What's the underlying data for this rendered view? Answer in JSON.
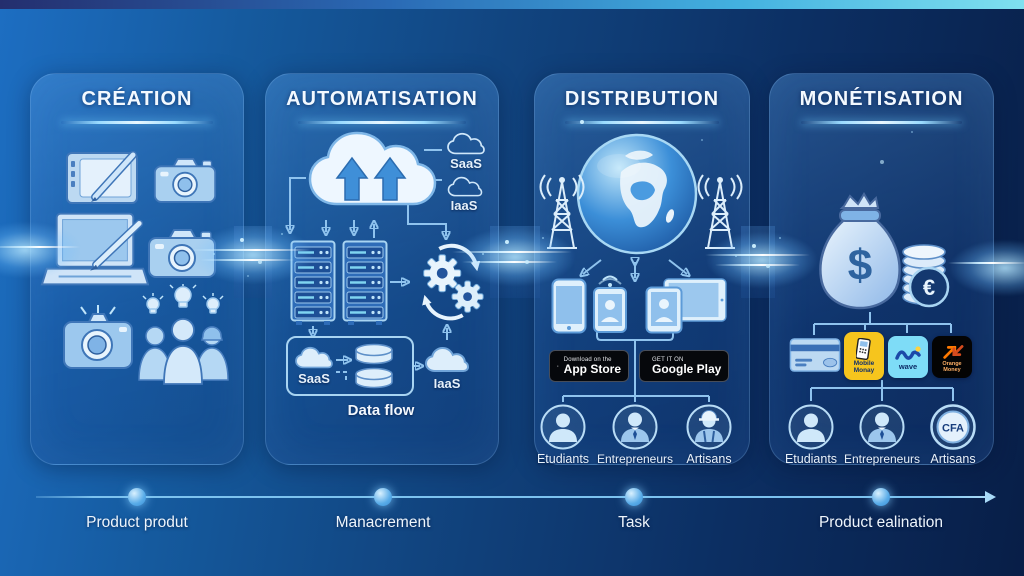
{
  "colors": {
    "accent_glow": "#8fd4ff",
    "icon_fill": "#cfe8fa",
    "mobile_money_yellow": "#f6c51d",
    "wave_blue": "#7edcf7",
    "orange_brand": "#ff7900",
    "timeline_dot": "#58abe8"
  },
  "panels": [
    {
      "title": "CRÉATION"
    },
    {
      "title": "AUTOMATISATION",
      "cloud_labels": {
        "saas_top": "SaaS",
        "iaas_top": "IaaS",
        "saas_bottom": "SaaS",
        "iaas_bottom": "IaaS"
      },
      "caption": "Data flow"
    },
    {
      "title": "DISTRIBUTION",
      "store_badges": {
        "app_store_tagline": "Download on the",
        "app_store_name": "App Store",
        "google_play_tagline": "GET IT ON",
        "google_play_name": "Google Play"
      },
      "audience": [
        "Etudiants",
        "Entrepreneurs",
        "Artisans"
      ]
    },
    {
      "title": "MONÉTISATION",
      "money_symbols": {
        "dollar": "$",
        "euro": "€",
        "cfa": "CFA"
      },
      "payment_badges": {
        "mobile_money": "Mobile Monay",
        "wave": "wave",
        "orange_money": "Orange Money"
      },
      "audience": [
        "Etudiants",
        "Entrepreneurs",
        "Artisans"
      ]
    }
  ],
  "timeline": {
    "milestones": [
      "Product produt",
      "Manacrement",
      "Task",
      "Product ealination"
    ]
  }
}
